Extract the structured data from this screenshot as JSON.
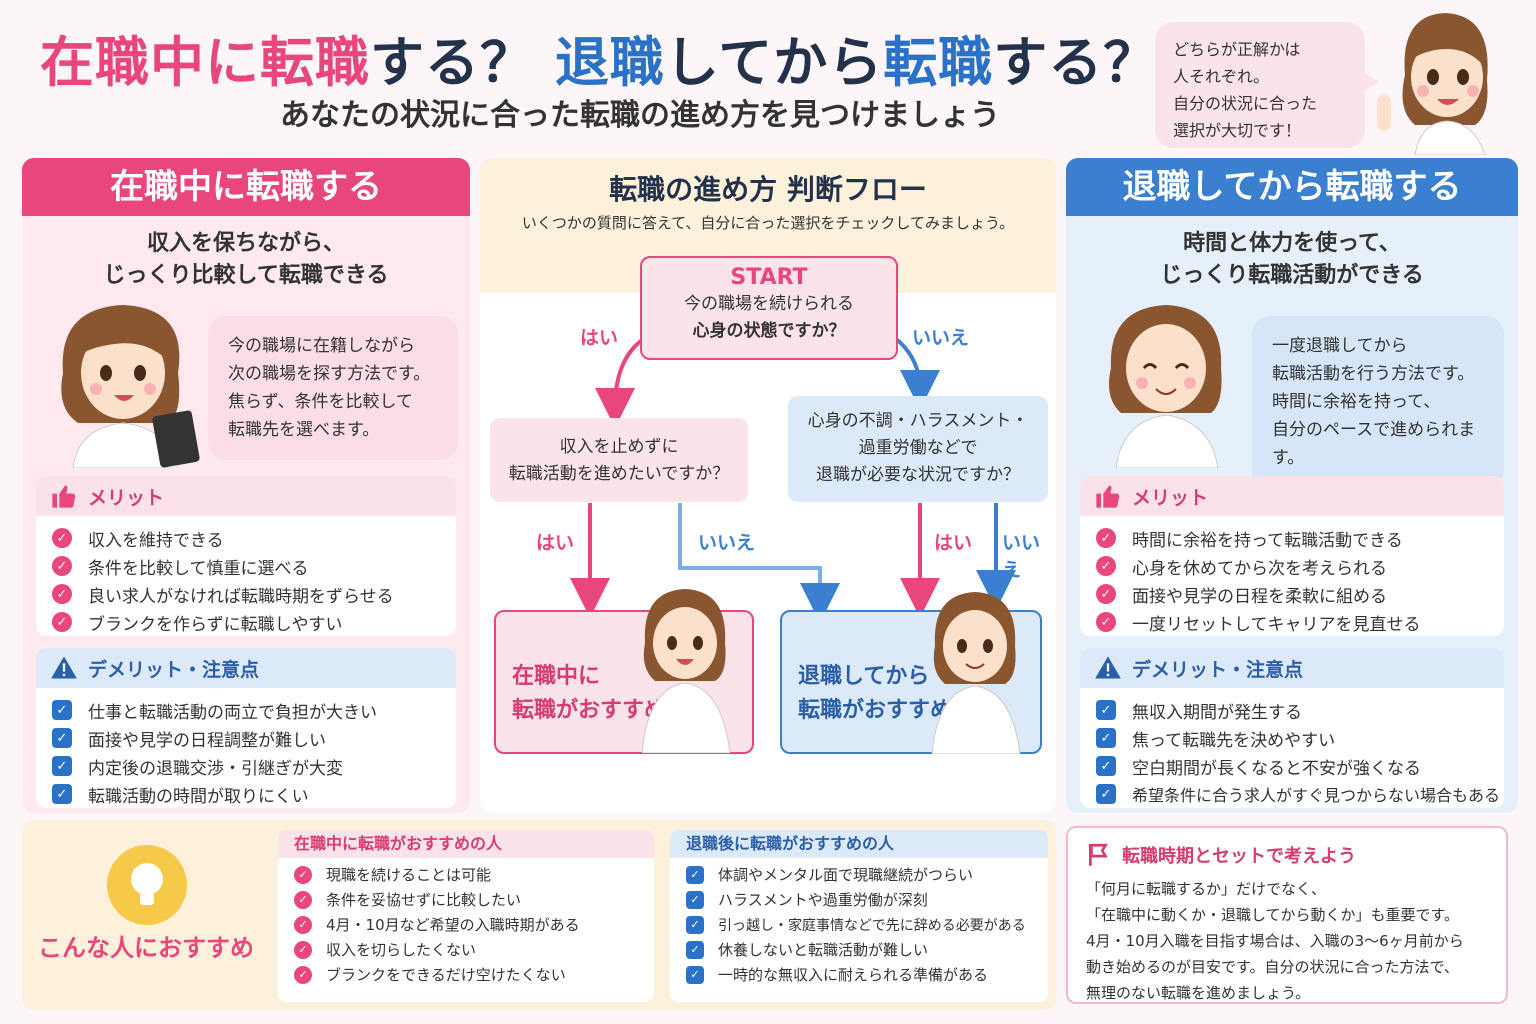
{
  "header": {
    "title_part1": "在職中に転職",
    "title_part2": "する？",
    "title_part3": "退職",
    "title_part4": "してから",
    "title_part5": "転職",
    "title_part6": "する？",
    "subtitle": "あなたの状況に合った転職の進め方を見つけましょう",
    "bubble_lines": [
      "どちらが正解かは",
      "人それぞれ。",
      "自分の状況に合った",
      "選択が大切です！"
    ]
  },
  "left": {
    "heading": "在職中に転職する",
    "lead_lines": [
      "収入を保ちながら、",
      "じっくり比較して転職できる"
    ],
    "bubble_lines": [
      "今の職場に在籍しながら",
      "次の職場を探す方法です。",
      "焦らず、条件を比較して",
      "転職先を選べます。"
    ],
    "merit_title": "メリット",
    "merits": [
      "収入を維持できる",
      "条件を比較して慎重に選べる",
      "良い求人がなければ転職時期をずらせる",
      "ブランクを作らずに転職しやすい"
    ],
    "demerit_title": "デメリット・注意点",
    "demerits": [
      "仕事と転職活動の両立で負担が大きい",
      "面接や見学の日程調整が難しい",
      "内定後の退職交渉・引継ぎが大変",
      "転職活動の時間が取りにくい"
    ]
  },
  "middle": {
    "title": "転職の進め方 判断フロー",
    "subtitle": "いくつかの質問に答えて、自分に合った選択をチェックしてみましょう。",
    "start_label": "START",
    "start_lines": [
      "今の職場を続けられる",
      "心身の状態ですか？"
    ],
    "q1_lines": [
      "収入を止めずに",
      "転職活動を進めたいですか？"
    ],
    "q2_lines": [
      "心身の不調・ハラスメント・",
      "過重労働などで",
      "退職が必要な状況ですか？"
    ],
    "yes": "はい",
    "no": "いいえ",
    "result_left_lines": [
      "在職中に",
      "転職がおすすめ"
    ],
    "result_right_lines": [
      "退職してから",
      "転職がおすすめ"
    ]
  },
  "right": {
    "heading": "退職してから転職する",
    "lead_lines": [
      "時間と体力を使って、",
      "じっくり転職活動ができる"
    ],
    "bubble_lines": [
      "一度退職してから",
      "転職活動を行う方法です。",
      "時間に余裕を持って、",
      "自分のペースで進められます。"
    ],
    "merit_title": "メリット",
    "merits": [
      "時間に余裕を持って転職活動できる",
      "心身を休めてから次を考えられる",
      "面接や見学の日程を柔軟に組める",
      "一度リセットしてキャリアを見直せる"
    ],
    "demerit_title": "デメリット・注意点",
    "demerits": [
      "無収入期間が発生する",
      "焦って転職先を決めやすい",
      "空白期間が長くなると不安が強くなる",
      "希望条件に合う求人がすぐ見つからない場合もある"
    ]
  },
  "bottom": {
    "recommend_label": "こんな人におすすめ",
    "in_job_title": "在職中に転職がおすすめの人",
    "in_job_items": [
      "現職を続けることは可能",
      "条件を妥協せずに比較したい",
      "4月・10月など希望の入職時期がある",
      "収入を切らしたくない",
      "ブランクをできるだけ空けたくない"
    ],
    "after_title": "退職後に転職がおすすめの人",
    "after_items": [
      "体調やメンタル面で現職継続がつらい",
      "ハラスメントや過重労働が深刻",
      "引っ越し・家庭事情などで先に辞める必要がある",
      "休養しないと転職活動が難しい",
      "一時的な無収入に耐えられる準備がある"
    ],
    "timing_title": "転職時期とセットで考えよう",
    "timing_lines": [
      "「何月に転職するか」だけでなく、",
      "「在職中に動くか・退職してから動くか」も重要です。",
      "4月・10月入職を目指す場合は、入職の3〜6ヶ月前から",
      "動き始めるのが目安です。自分の状況に合った方法で、",
      "無理のない転職を進めましょう。"
    ]
  },
  "colors": {
    "pink": "#e8467c",
    "blue": "#3a7fd0",
    "cream": "#fdf1dc"
  }
}
